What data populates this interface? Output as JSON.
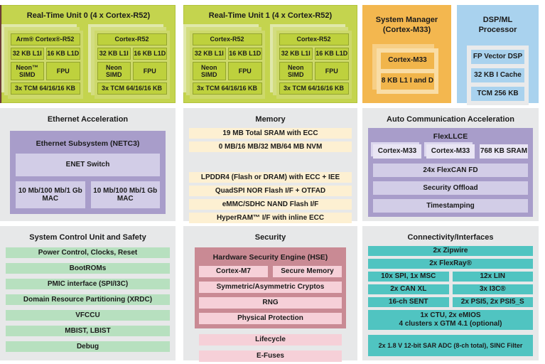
{
  "colors": {
    "green": "#c4d44e",
    "green_block": "#bed13d",
    "green_layer": "#e0e8ab",
    "orange": "#f3b74f",
    "orange_frame": "#f9dda6",
    "blue": "#a9d2ee",
    "gray": "#e7e8e9",
    "purple": "#a89dca",
    "purple_row": "#d2cde7",
    "cream": "#fdf0d2",
    "safety_green": "#b7e0bf",
    "hse_dark": "#c98a94",
    "hse_pink": "#f6d0d8",
    "teal": "#50c4c1",
    "crop_edge": "#6e3b35"
  },
  "rtu0": {
    "title": "Real-Time Unit 0 (4 x Cortex-R52)",
    "cores": [
      {
        "name": "Arm® Cortex®-R52",
        "l1i": "32 KB L1I",
        "l1d": "16 KB L1D",
        "simd": "Neon™ SIMD",
        "fpu": "FPU",
        "tcm": "3x TCM 64/16/16 KB"
      },
      {
        "name": "Cortex-R52",
        "l1i": "32 KB L1I",
        "l1d": "16 KB L1D",
        "simd": "Neon SIMD",
        "fpu": "FPU",
        "tcm": "3x TCM 64/16/16 KB"
      }
    ]
  },
  "rtu1": {
    "title": "Real-Time Unit 1 (4 x Cortex-R52)",
    "cores": [
      {
        "name": "Cortex-R52",
        "l1i": "32 KB L1I",
        "l1d": "16 KB L1D",
        "simd": "Neon SIMD",
        "fpu": "FPU",
        "tcm": "3x TCM 64/16/16 KB"
      },
      {
        "name": "Cortex-R52",
        "l1i": "32 KB L1I",
        "l1d": "16 KB L1D",
        "simd": "Neon SIMD",
        "fpu": "FPU",
        "tcm": "3x TCM 64/16/16 KB"
      }
    ]
  },
  "system_manager": {
    "title_line1": "System Manager",
    "title_line2": "(Cortex-M33)",
    "rows": [
      "Cortex-M33",
      "8 KB L1 I and D"
    ]
  },
  "dsp": {
    "title_line1": "DSP/ML",
    "title_line2": "Processor",
    "rows": [
      "FP Vector DSP",
      "32 KB I Cache",
      "TCM 256 KB"
    ]
  },
  "ethernet": {
    "title": "Ethernet Acceleration",
    "subsystem_title": "Ethernet Subsystem (NETC3)",
    "switch": "ENET Switch",
    "macs": [
      "10 Mb/100 Mb/1 Gb MAC",
      "10 Mb/100 Mb/1 Gb MAC"
    ]
  },
  "memory": {
    "title": "Memory",
    "rows_top": [
      "19 MB Total SRAM with ECC",
      "0 MB/16 MB/32 MB/64 MB NVM"
    ],
    "rows_bottom": [
      "LPDDR4 (Flash or DRAM) with ECC + IEE",
      "QuadSPI NOR Flash I/F + OTFAD",
      "eMMC/SDHC NAND Flash I/F",
      "HyperRAM™ I/F with inline ECC"
    ]
  },
  "auto_comm": {
    "title": "Auto Communication Acceleration",
    "flexllce_title": "FlexLLCE",
    "top_blocks": [
      "Cortex-M33",
      "Cortex-M33",
      "768 KB SRAM"
    ],
    "rows": [
      "24x FlexCAN FD",
      "Security Offload",
      "Timestamping"
    ]
  },
  "scu": {
    "title": "System Control Unit and Safety",
    "rows": [
      "Power Control, Clocks, Reset",
      "BootROMs",
      "PMIC interface (SPI/I3C)",
      "Domain Resource Partitioning (XRDC)",
      "VFCCU",
      "MBIST, LBIST",
      "Debug"
    ]
  },
  "security": {
    "title": "Security",
    "hse_title": "Hardware Security Engine (HSE)",
    "hse_pair": [
      "Cortex-M7",
      "Secure Memory"
    ],
    "hse_rows": [
      "Symmetric/Asymmetric Cryptos",
      "RNG",
      "Physical Protection"
    ],
    "outer_rows": [
      "Lifecycle",
      "E-Fuses"
    ]
  },
  "connectivity": {
    "title": "Connectivity/Interfaces",
    "full_rows": [
      "2x Zipwire",
      "2x FlexRay®"
    ],
    "pair_rows": [
      [
        "10x SPI, 1x MSC",
        "12x LIN"
      ],
      [
        "2x CAN XL",
        "3x I3C®"
      ],
      [
        "16-ch SENT",
        "2x PSI5, 2x PSI5_S"
      ]
    ],
    "timer_line1": "1x CTU, 2x eMIOS",
    "timer_line2": "4 clusters x GTM 4.1 (optional)",
    "adc": "2x 1.8 V 12-bit SAR ADC (8-ch total), SINC Filter"
  }
}
